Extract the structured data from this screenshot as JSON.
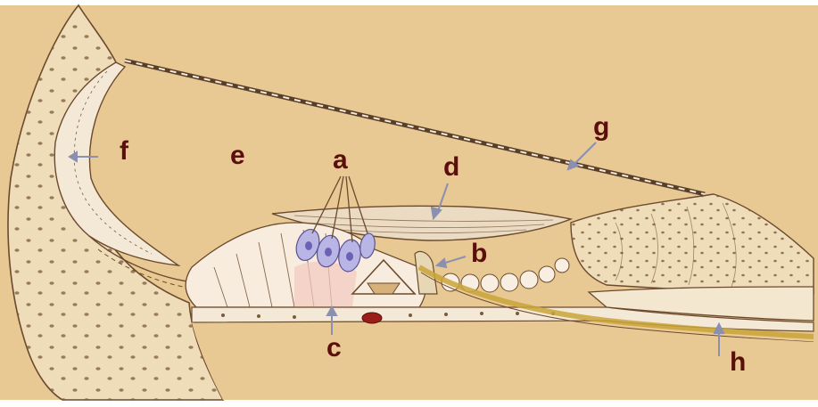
{
  "diagram": {
    "labels": {
      "a": "a",
      "b": "b",
      "c": "c",
      "d": "d",
      "e": "e",
      "f": "f",
      "g": "g",
      "h": "h"
    },
    "colors": {
      "background": "#e9c993",
      "outline": "#6b4a2e",
      "tissue_light": "#f3e5cc",
      "cell_fill": "#f8efe2",
      "hair_cell": "#b9b6e6",
      "hair_cell_nucleus": "#6c62b4",
      "blood_vessel": "#9a1d1a",
      "nerve": "#c9a43a",
      "label_text": "#5a0f0c",
      "arrow": "#8b8fb0"
    }
  }
}
